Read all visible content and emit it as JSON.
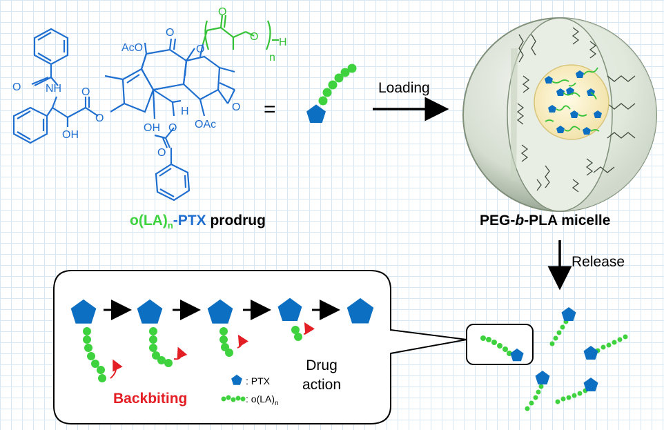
{
  "chemistry": {
    "groups": {
      "aco": "AcO",
      "carbonyl_o": "O",
      "nh": "NH",
      "o1": "O",
      "o2": "O",
      "h": "H",
      "oh1": "OH",
      "oh2": "OH",
      "h2": "H",
      "o3": "O",
      "oac": "OAc",
      "o4": "O",
      "o5": "O",
      "o6": "O",
      "o7": "O",
      "o8": "O",
      "o9": "O",
      "n": "n",
      "h3": "H"
    }
  },
  "equals": "=",
  "prodrug_label": {
    "part1": "o(LA)",
    "sub": "n",
    "part2": "-PTX",
    "part3": " prodrug"
  },
  "loading": "Loading",
  "micelle_label": {
    "part1": "PEG-",
    "part2": "b",
    "part3": "-PLA micelle"
  },
  "release": "Release",
  "backbiting": "Backbiting",
  "drug_action": {
    "line1": "Drug",
    "line2": "action"
  },
  "legend": {
    "ptx": ": PTX",
    "ola": ": o(LA)",
    "ola_sub": "n"
  },
  "colors": {
    "ptx_blue": "#0c6fc1",
    "lactide_green": "#3fd23f",
    "chem_blue": "#1f6fd0",
    "backbiting_red": "#e31e24"
  }
}
